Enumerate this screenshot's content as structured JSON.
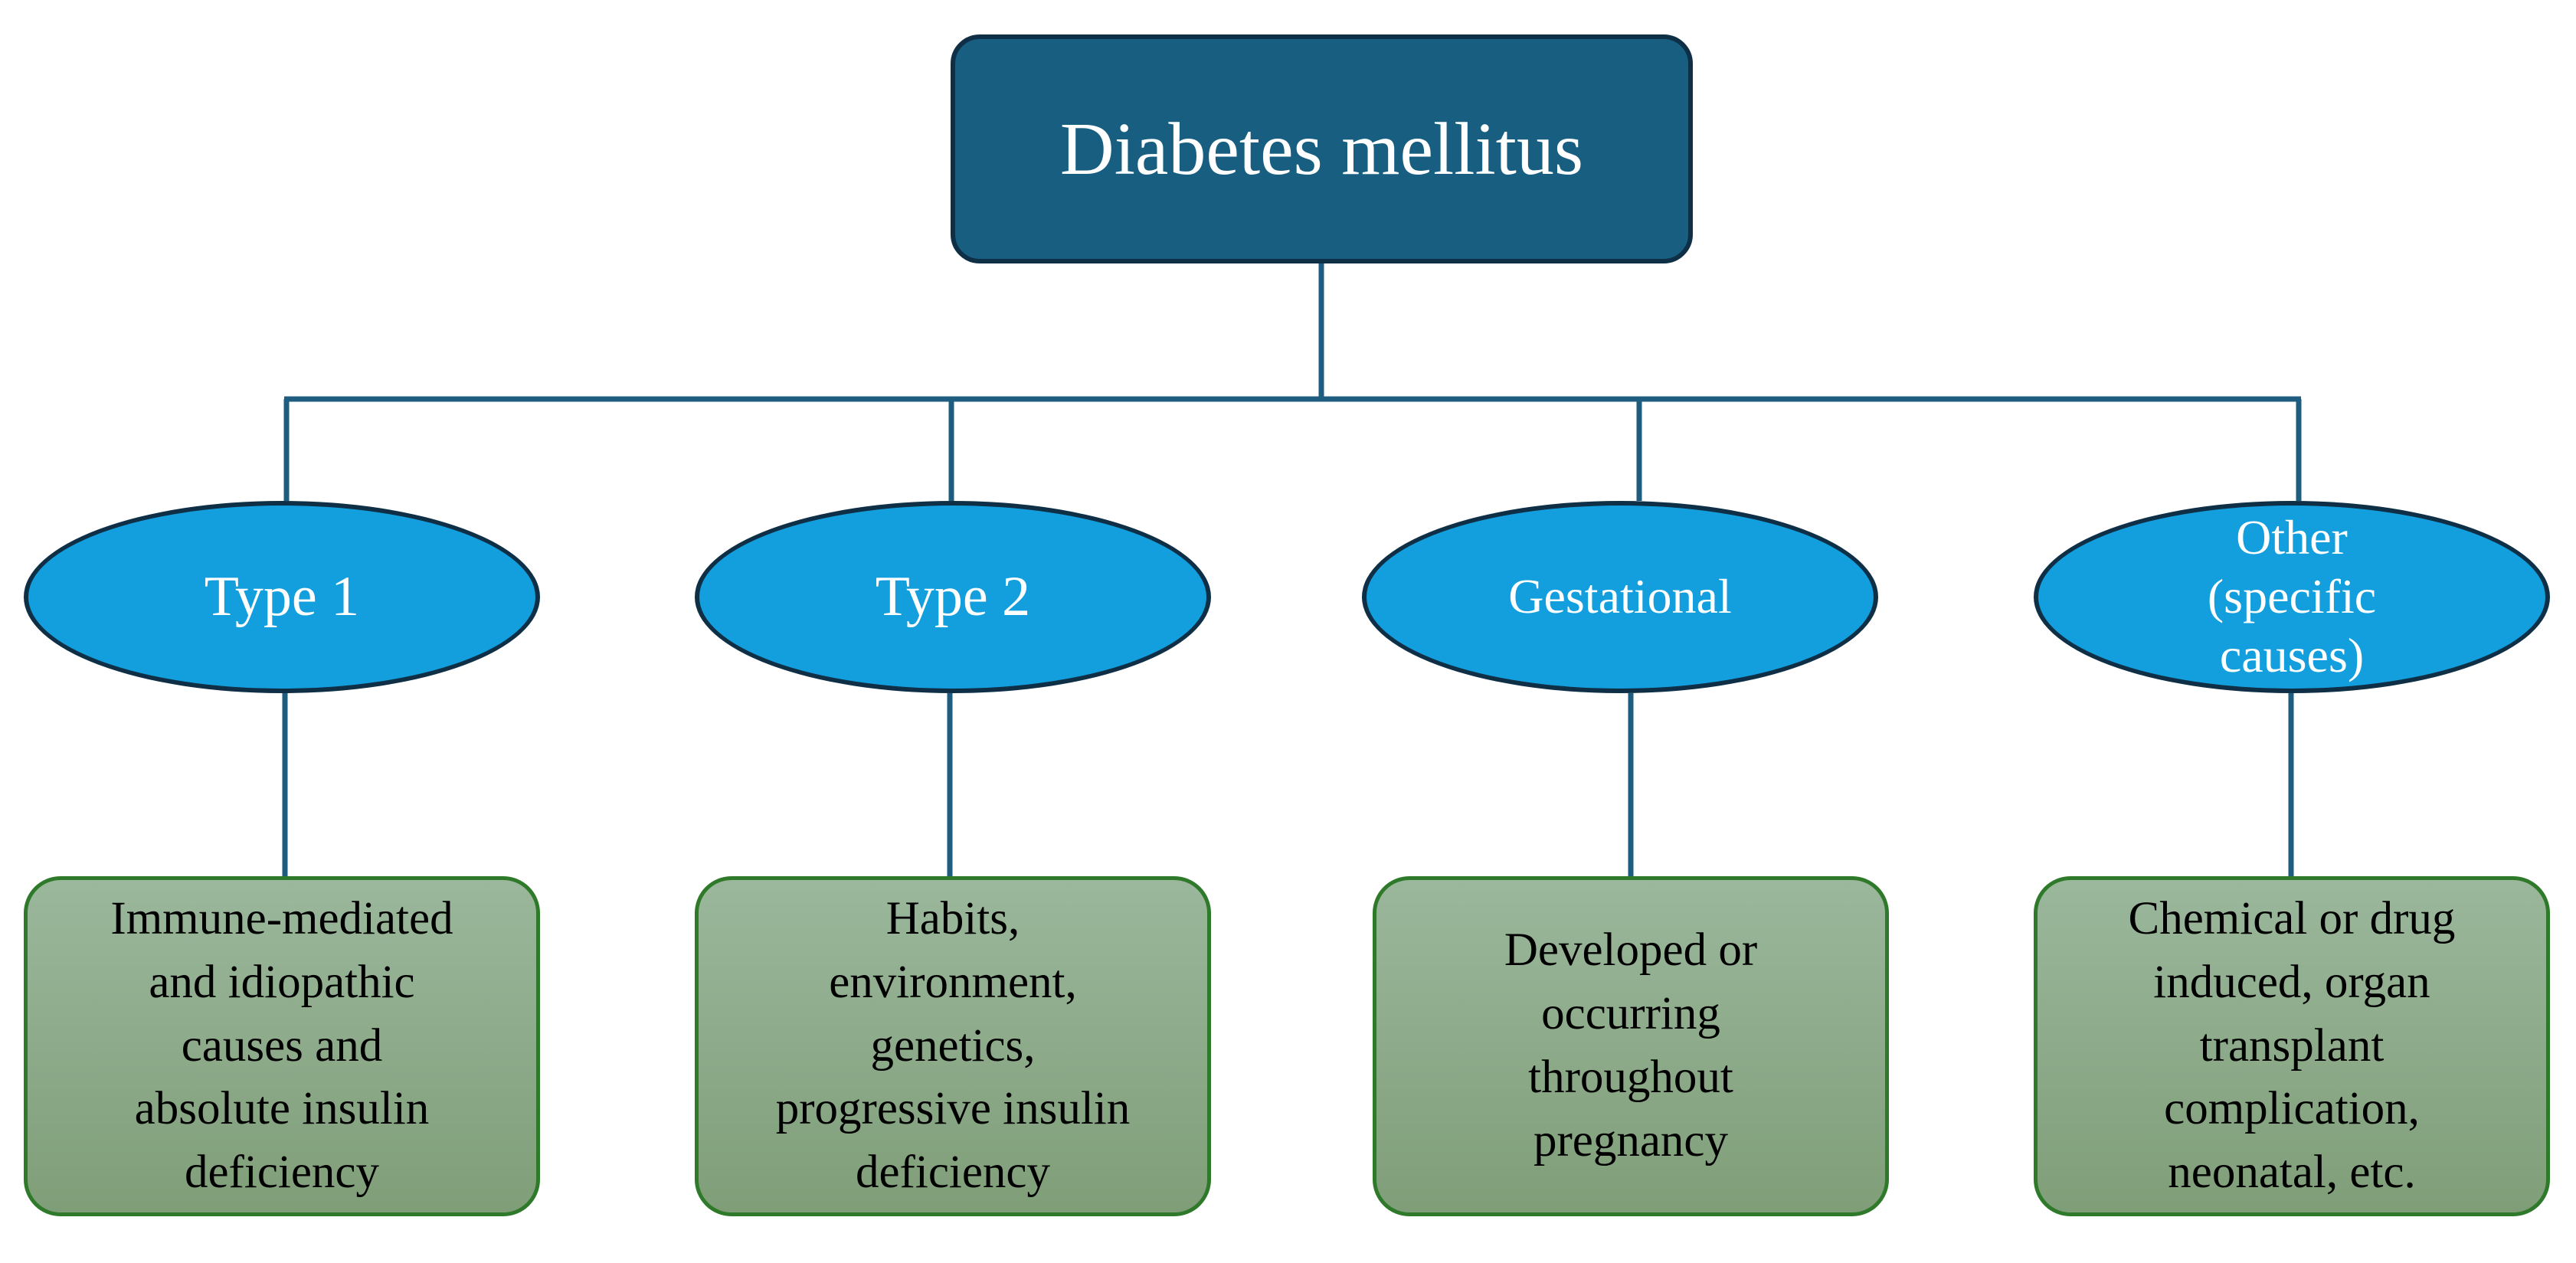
{
  "root": {
    "label": "Diabetes mellitus"
  },
  "types": [
    {
      "label_lines": [
        "Type 1"
      ],
      "description_lines": [
        "Immune-mediated",
        "and idiopathic",
        "causes and",
        "absolute insulin",
        "deficiency"
      ]
    },
    {
      "label_lines": [
        "Type 2"
      ],
      "description_lines": [
        "Habits,",
        "environment,",
        "genetics,",
        "progressive insulin",
        "deficiency"
      ]
    },
    {
      "label_lines": [
        "Gestational"
      ],
      "description_lines": [
        "Developed or",
        "occurring",
        "throughout",
        "pregnancy"
      ]
    },
    {
      "label_lines": [
        "Other",
        "(specific",
        "causes)"
      ],
      "description_lines": [
        "Chemical or drug",
        "induced, organ",
        "transplant",
        "complication,",
        "neonatal, etc."
      ]
    }
  ],
  "colors": {
    "root_fill": "#175e80",
    "ellipse_fill": "#139fdd",
    "card_fill_top": "#9bb79c",
    "card_fill_bottom": "#7f9e78",
    "connector": "#1f5d80",
    "outline": "#0e2f45",
    "card_border": "#2f7a2a"
  }
}
